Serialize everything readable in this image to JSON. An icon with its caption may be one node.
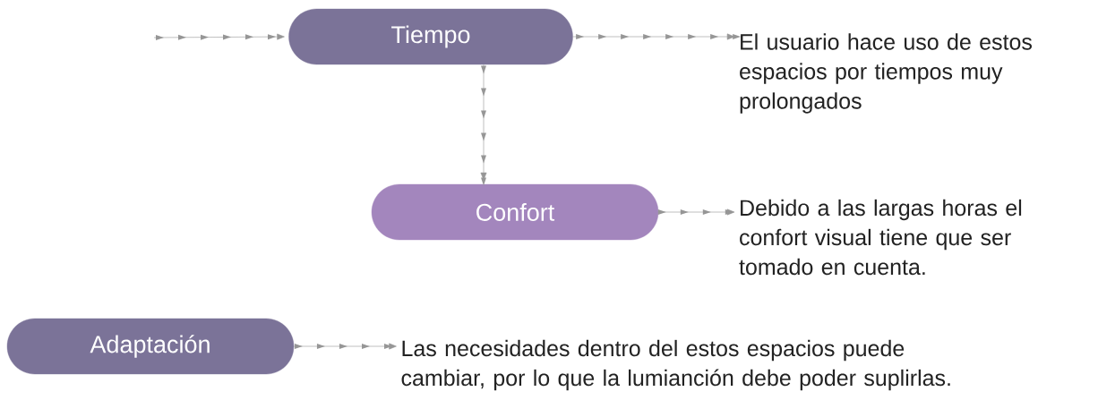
{
  "diagram": {
    "nodes": [
      {
        "text": [
          "Tiempo"
        ]
      },
      {
        "text": [
          "El usuario hace uso de estos espacios por tiempos muy prolongados"
        ]
      },
      {
        "text": [
          "Confort"
        ]
      },
      {
        "text": [
          "Debido a las largas horas el confort visual tiene que ser tomado en cuenta."
        ]
      },
      {
        "text": [
          "Adaptación"
        ]
      },
      {
        "text": [
          "Las necesidades dentro del  estos espacios puede cambiar, por lo que la lumianción debe poder suplirlas."
        ]
      }
    ],
    "edges": [
      {
        "from": null,
        "to": 0,
        "arrow": "to"
      },
      {
        "from": 0,
        "to": 1,
        "arrow": "to"
      },
      {
        "from": 0,
        "to": 2,
        "arrow": "to"
      },
      {
        "from": 2,
        "to": 3,
        "arrow": "to"
      },
      {
        "from": 4,
        "to": 5,
        "arrow": "to"
      }
    ]
  }
}
